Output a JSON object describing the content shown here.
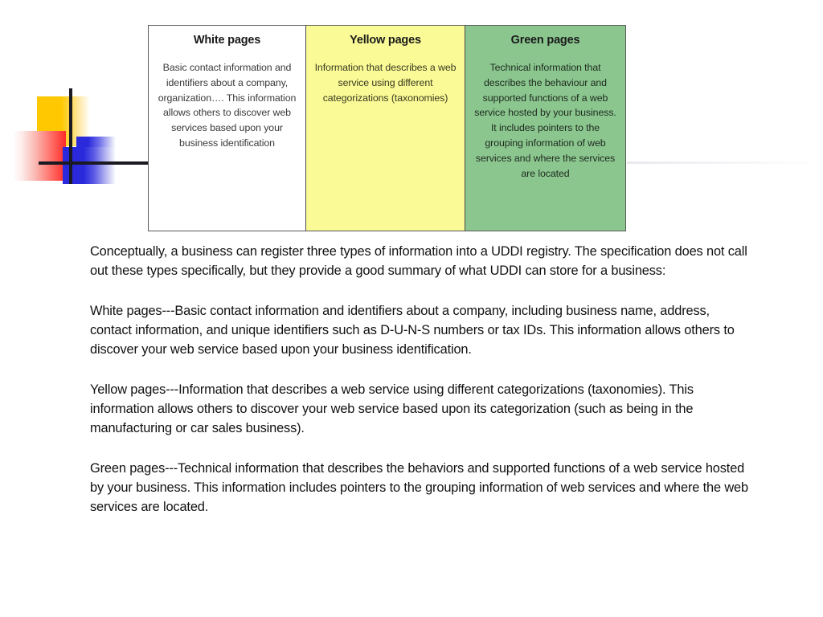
{
  "slide": {
    "background_color": "#ffffff"
  },
  "logo": {
    "name": "powerpoint-design-mark",
    "colors": {
      "yellow": "#FFC800",
      "red": "#FF2A2A",
      "blue": "#2A2ADC",
      "line": "#1a1a22"
    }
  },
  "table": {
    "border_color": "#5a5a5a",
    "columns": [
      {
        "id": "white-pages",
        "header": "White pages",
        "body": "Basic contact information and identifiers about a company, organization…. This information allows others to discover web services based upon your business identification",
        "background_color": "#ffffff"
      },
      {
        "id": "yellow-pages",
        "header": "Yellow pages",
        "body": "Information that describes a web service using different categorizations (taxonomies)",
        "background_color": "#FAFA96"
      },
      {
        "id": "green-pages",
        "header": "Green pages",
        "body": "Technical information that describes the behaviour and supported functions of a web service hosted by your business. It includes pointers to the grouping information of web services and where the services are located",
        "background_color": "#8BC68F"
      }
    ]
  },
  "body": {
    "paragraphs": [
      "Conceptually, a business can register three types of information into a UDDI registry. The specification does not call out these types specifically, but they provide a good summary of what UDDI can store for a business:",
      "White pages---Basic contact information and identifiers about a company, including business name, address, contact information, and unique identifiers such as D-U-N-S numbers or tax IDs. This information allows others to discover your web service based upon your business identification.",
      "Yellow pages---Information that describes a web service using different categorizations (taxonomies). This information allows others to discover your web service based upon its categorization (such as being in the manufacturing or car sales business).",
      "Green pages---Technical information that describes the behaviors and supported functions of a web service hosted by your business. This information includes pointers to the grouping information of web services and where the web services are located."
    ]
  }
}
